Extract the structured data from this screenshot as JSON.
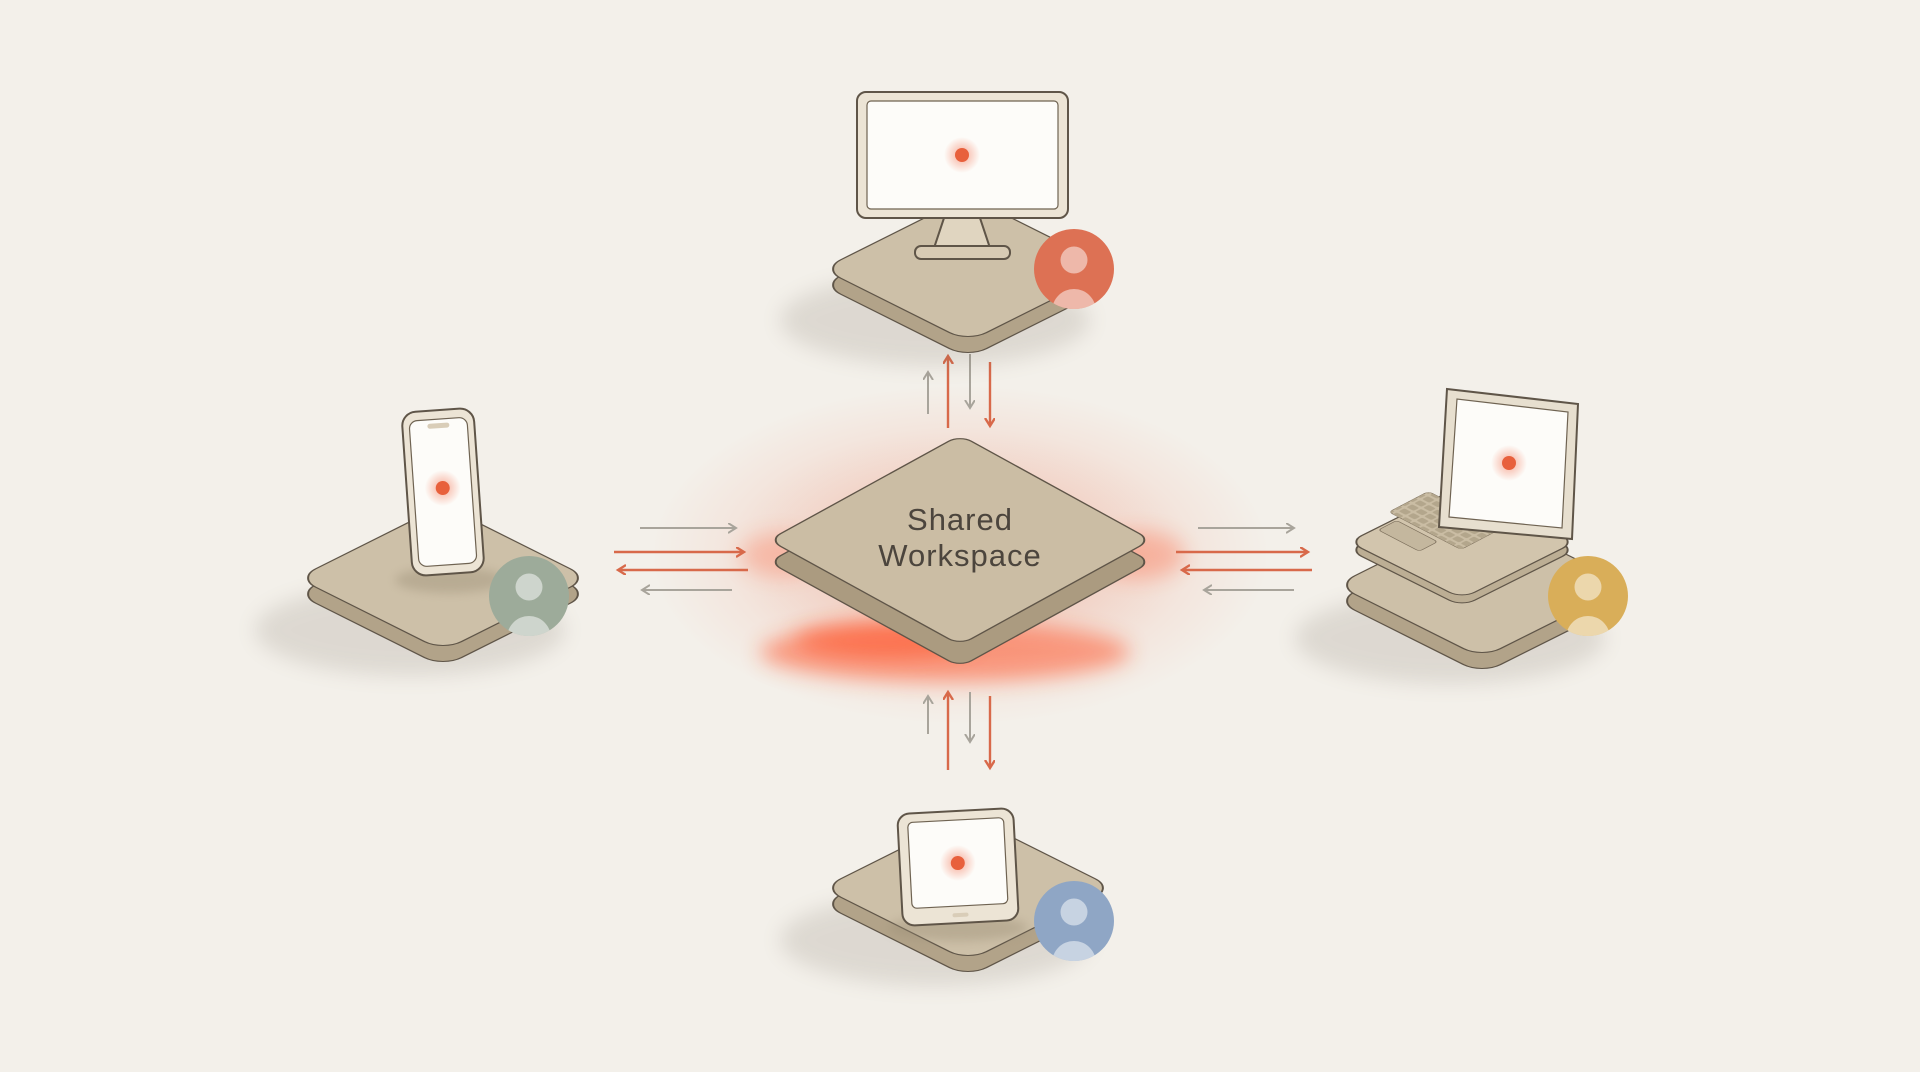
{
  "canvas": {
    "background": "#f3f0ea"
  },
  "center": {
    "label_line1": "Shared",
    "label_line2": "Workspace",
    "glow_color": "#f05a36",
    "platform_top_color": "#cbbda4",
    "platform_side_color": "#ab9b80",
    "text_color": "#4c453d"
  },
  "nodes": {
    "top": {
      "device": "desktop-monitor",
      "avatar_color": "#dd7154"
    },
    "left": {
      "device": "smartphone",
      "avatar_color": "#9dab9a"
    },
    "right": {
      "device": "laptop",
      "avatar_color": "#d9ae59"
    },
    "bottom": {
      "device": "tablet",
      "avatar_color": "#8fa6c5"
    }
  },
  "arrows": {
    "gray_color": "#a8a49b",
    "orange_color": "#d8694a"
  },
  "screen_dot_color": "#e8603c"
}
